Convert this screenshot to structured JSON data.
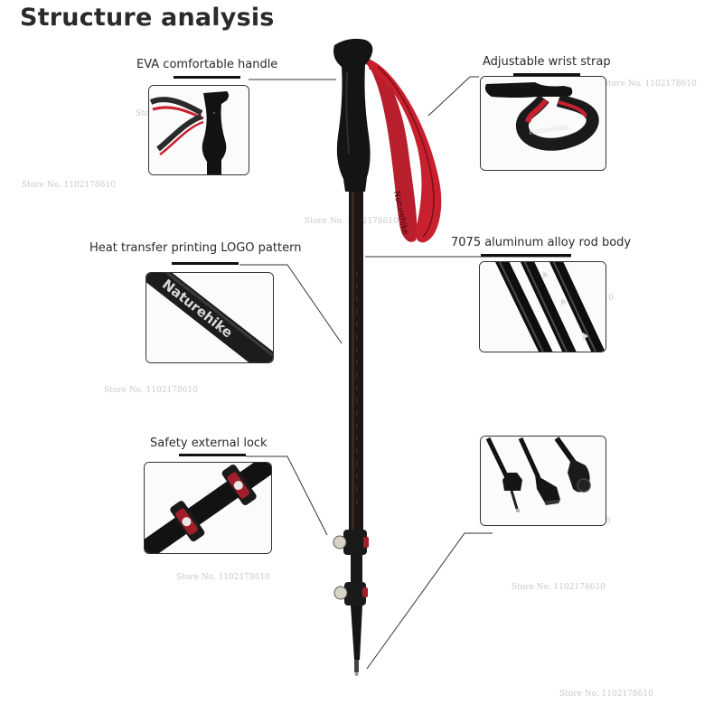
{
  "title": "Structure analysis",
  "labels": {
    "handle": "EVA comfortable handle",
    "strap": "Adjustable wrist strap",
    "logo": "Heat transfer printing LOGO pattern",
    "rod": "7075 aluminum alloy rod body",
    "lock": "Safety external lock"
  },
  "watermark": "Store No. 1102178610",
  "brand": "Naturehike",
  "colors": {
    "accent": "#c8202e",
    "grip": "#111111",
    "lock": "#a01e28"
  }
}
